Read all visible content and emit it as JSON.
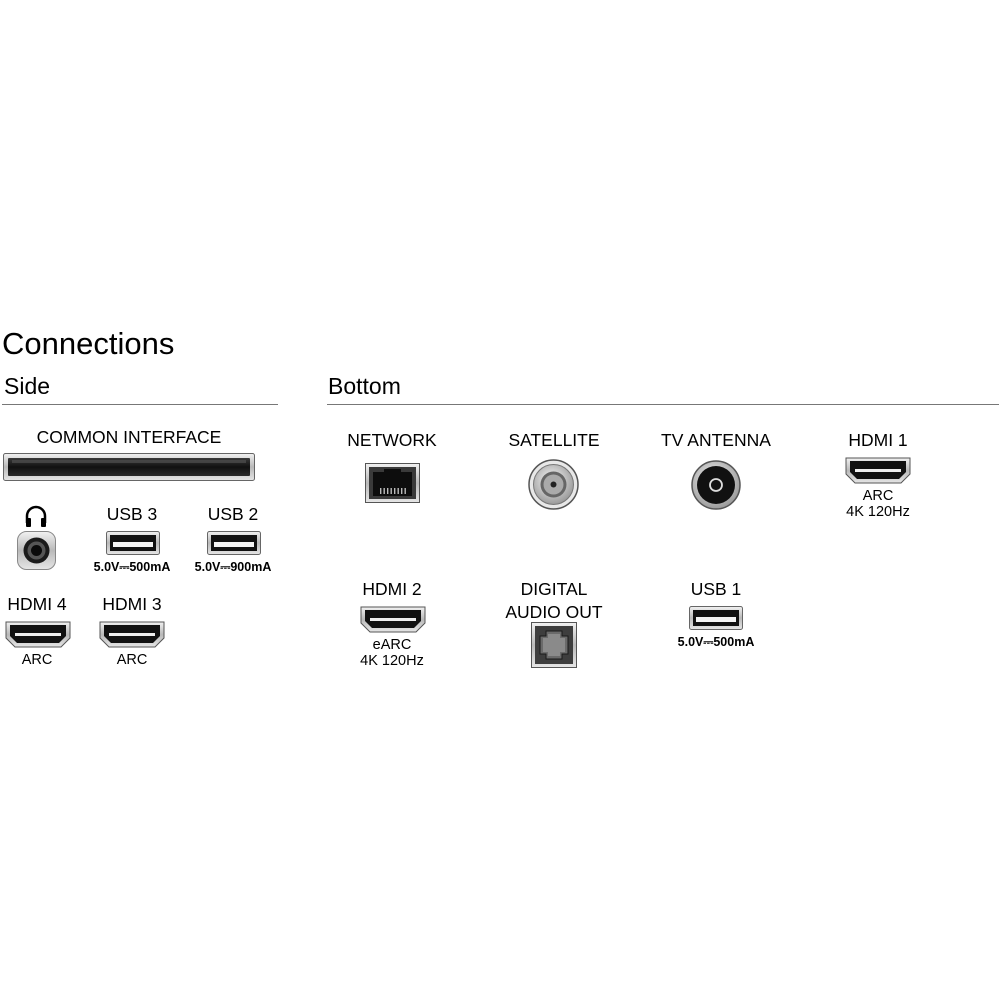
{
  "title": "Connections",
  "side": {
    "heading": "Side",
    "common_interface": "COMMON INTERFACE",
    "usb3": {
      "label": "USB 3",
      "spec": "5.0V⎓500mA"
    },
    "usb2": {
      "label": "USB 2",
      "spec": "5.0V⎓900mA"
    },
    "hdmi4": {
      "label": "HDMI 4",
      "sub": "ARC"
    },
    "hdmi3": {
      "label": "HDMI 3",
      "sub": "ARC"
    }
  },
  "bottom": {
    "heading": "Bottom",
    "network": "NETWORK",
    "satellite": "SATELLITE",
    "tv_antenna": "TV ANTENNA",
    "hdmi1": {
      "label": "HDMI 1",
      "sub1": "ARC",
      "sub2": "4K 120Hz"
    },
    "hdmi2": {
      "label": "HDMI 2",
      "sub1": "eARC",
      "sub2": "4K 120Hz"
    },
    "digital_audio": {
      "line1": "DIGITAL",
      "line2": "AUDIO OUT"
    },
    "usb1": {
      "label": "USB 1",
      "spec": "5.0V⎓500mA"
    }
  }
}
